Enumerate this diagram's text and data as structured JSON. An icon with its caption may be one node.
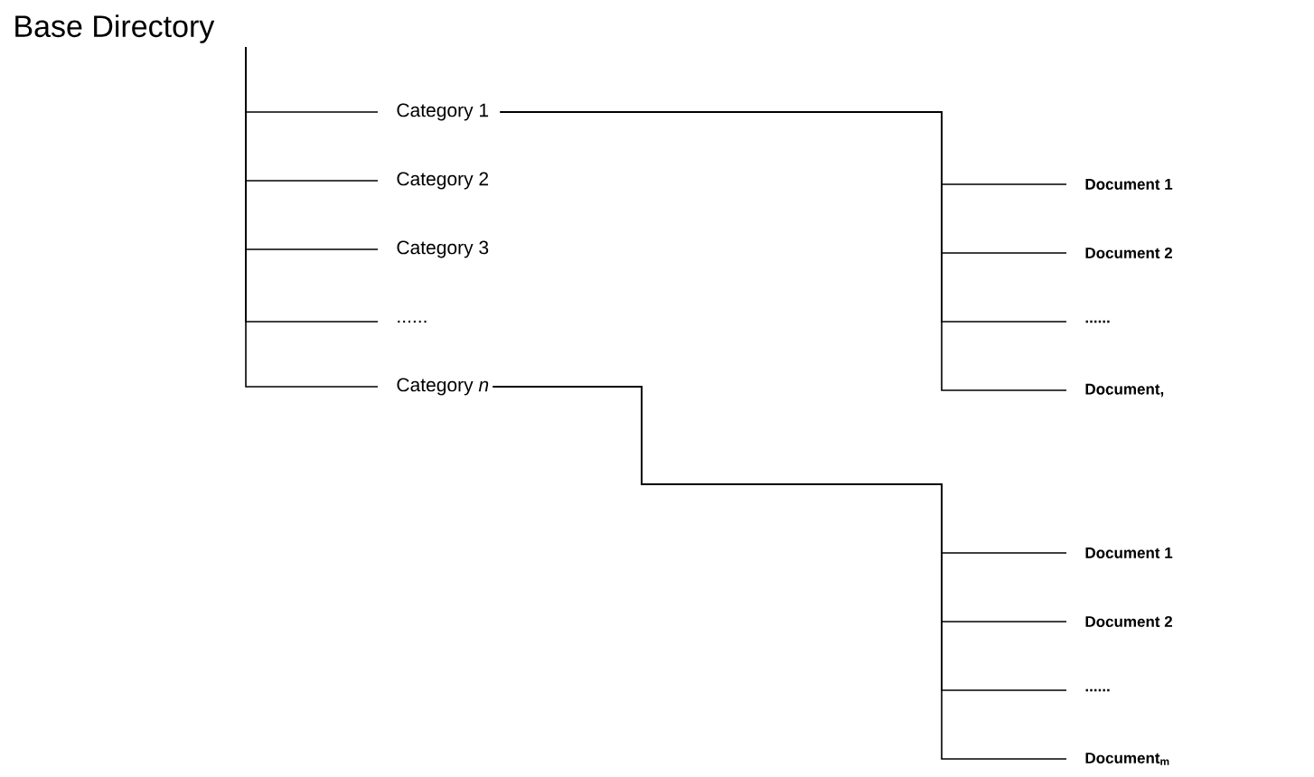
{
  "diagram": {
    "nodes": [
      {
        "text": [
          "Base Directory"
        ]
      },
      {
        "text": [
          "Category 1"
        ]
      },
      {
        "text": [
          "Category 2"
        ]
      },
      {
        "text": [
          "Category 3"
        ]
      },
      {
        "text": [
          "......"
        ]
      },
      {
        "text": [
          "Category *n*"
        ]
      },
      {
        "text": [
          "Document 1"
        ]
      },
      {
        "text": [
          "Document 2"
        ]
      },
      {
        "text": [
          "......"
        ]
      },
      {
        "text": [
          "Document,"
        ]
      },
      {
        "text": [
          "Document 1"
        ]
      },
      {
        "text": [
          "Document 2"
        ]
      },
      {
        "text": [
          "......"
        ]
      },
      {
        "text": [
          "Document$_{m}$"
        ]
      }
    ],
    "edges": [
      {
        "from": 0,
        "to": 1,
        "arrow": "none"
      },
      {
        "from": 0,
        "to": 2,
        "arrow": "none"
      },
      {
        "from": 0,
        "to": 3,
        "arrow": "none"
      },
      {
        "from": 0,
        "to": 4,
        "arrow": "none"
      },
      {
        "from": 0,
        "to": 5,
        "arrow": "none"
      },
      {
        "from": 1,
        "to": 6,
        "arrow": "none"
      },
      {
        "from": 1,
        "to": 7,
        "arrow": "none"
      },
      {
        "from": 1,
        "to": 8,
        "arrow": "none"
      },
      {
        "from": 1,
        "to": 9,
        "arrow": "none"
      },
      {
        "from": 5,
        "to": 10,
        "arrow": "none"
      },
      {
        "from": 5,
        "to": 11,
        "arrow": "none"
      },
      {
        "from": 5,
        "to": 12,
        "arrow": "none"
      },
      {
        "from": 5,
        "to": 13,
        "arrow": "none"
      }
    ]
  }
}
